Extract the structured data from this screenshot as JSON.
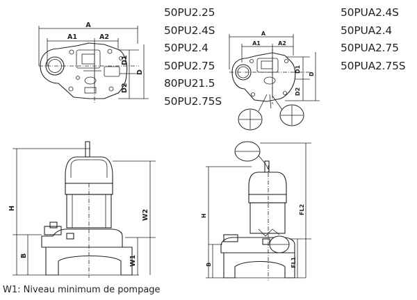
{
  "model_lists": {
    "first": [
      "50PU2.25",
      "50PU2.4S",
      "50PU2.4",
      "50PU2.75",
      "80PU21.5",
      "50PU2.75S"
    ],
    "second": [
      "50PUA2.4S",
      "50PUA2.4",
      "50PUA2.75",
      "50PUA2.75S"
    ]
  },
  "dimension_labels": {
    "a": "A",
    "a1": "A1",
    "a2": "A2",
    "d": "D",
    "d1": "D1",
    "d2": "D2",
    "h": "H",
    "b": "B",
    "w1": "W1",
    "w2": "W2",
    "fl1": "FL1",
    "fl2": "FL2"
  },
  "footnote": "W1: Niveau minimum de pompage"
}
